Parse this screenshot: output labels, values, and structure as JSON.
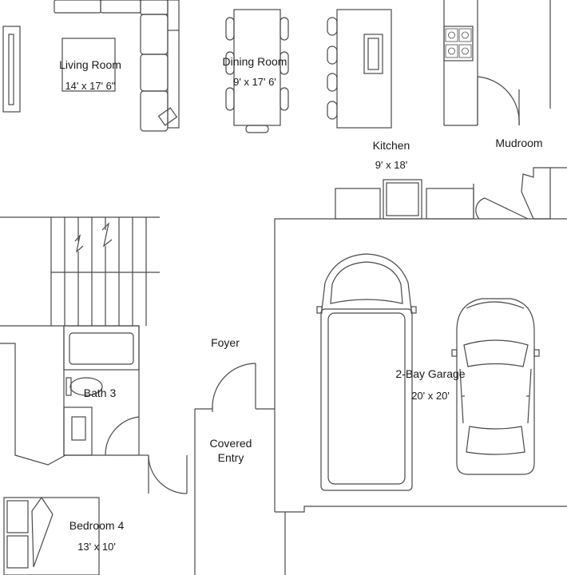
{
  "rooms": {
    "living_room": {
      "name": "Living Room",
      "size": "14' x 17' 6\""
    },
    "dining_room": {
      "name": "Dining Room",
      "size": "9' x 17' 6'"
    },
    "kitchen": {
      "name": "Kitchen",
      "size": "9' x 18'"
    },
    "mudroom": {
      "name": "Mudroom"
    },
    "foyer": {
      "name": "Foyer"
    },
    "bath3": {
      "name": "Bath 3"
    },
    "covered_entry": {
      "line1": "Covered",
      "line2": "Entry"
    },
    "garage": {
      "name": "2-Bay Garage",
      "size": "20' x 20'"
    },
    "bedroom4": {
      "name": "Bedroom 4",
      "size": "13' x 10'"
    }
  },
  "colors": {
    "line": "#4a4a4a",
    "background": "#ffffff"
  }
}
